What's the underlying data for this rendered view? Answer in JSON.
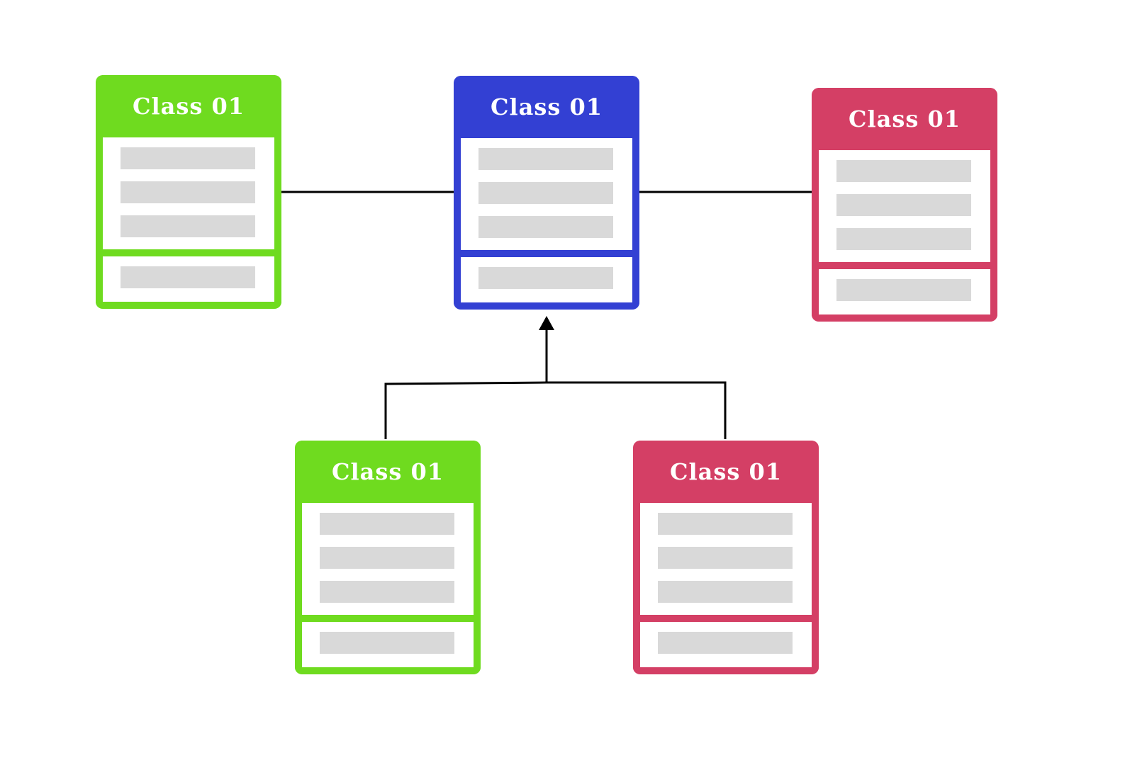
{
  "diagram": {
    "type": "uml-class-diagram",
    "connector_color": "#000000",
    "classes": [
      {
        "id": "class-top-left",
        "title": "Class 01",
        "color": "#6fdb1f",
        "attribute_rows": 3,
        "method_rows": 1
      },
      {
        "id": "class-top-center",
        "title": "Class 01",
        "color": "#3340d3",
        "attribute_rows": 3,
        "method_rows": 1
      },
      {
        "id": "class-top-right",
        "title": "Class 01",
        "color": "#d43f65",
        "attribute_rows": 3,
        "method_rows": 1
      },
      {
        "id": "class-bottom-left",
        "title": "Class 01",
        "color": "#6fdb1f",
        "attribute_rows": 3,
        "method_rows": 1
      },
      {
        "id": "class-bottom-right",
        "title": "Class 01",
        "color": "#d43f65",
        "attribute_rows": 3,
        "method_rows": 1
      }
    ],
    "relationships": [
      {
        "type": "association",
        "from": "class-top-left",
        "to": "class-top-center"
      },
      {
        "type": "association",
        "from": "class-top-center",
        "to": "class-top-right"
      },
      {
        "type": "inheritance",
        "from": "class-bottom-left",
        "to": "class-top-center"
      },
      {
        "type": "inheritance",
        "from": "class-bottom-right",
        "to": "class-top-center"
      }
    ]
  }
}
